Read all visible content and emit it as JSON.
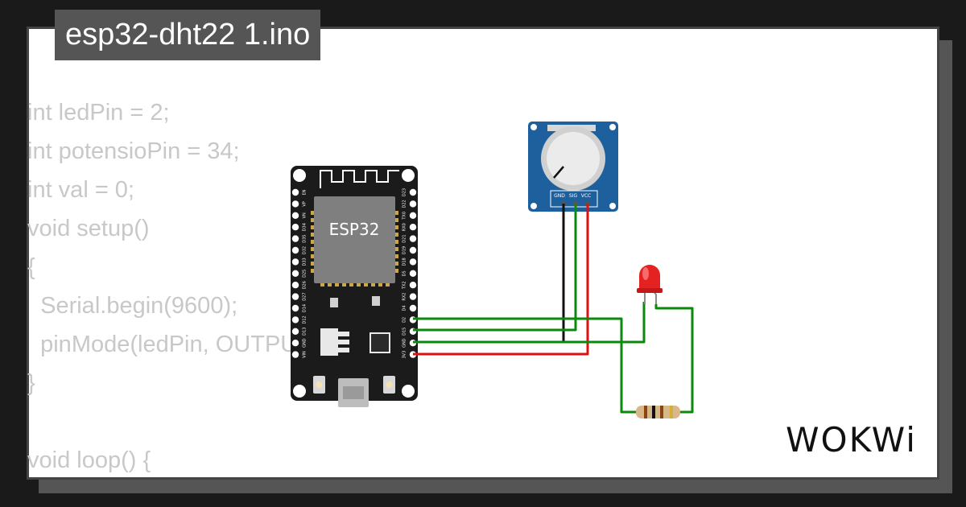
{
  "title": "esp32-dht22 1.ino",
  "code_lines": [
    "int ledPin = 2;",
    "int potensioPin = 34;",
    "int val = 0;",
    "void setup()",
    "{",
    "  Serial.begin(9600);",
    "  pinMode(ledPin, OUTPUT);",
    "}",
    "",
    "void loop() {"
  ],
  "board": {
    "chip_label": "ESP32",
    "left_pins": [
      "EN",
      "VP",
      "VN",
      "D34",
      "D35",
      "D32",
      "D33",
      "D25",
      "D26",
      "D27",
      "D14",
      "D12",
      "D13",
      "GND",
      "VIN"
    ],
    "right_pins": [
      "D23",
      "D22",
      "TX0",
      "RX0",
      "D21",
      "D19",
      "D18",
      "D5",
      "TX2",
      "RX2",
      "D4",
      "D2",
      "D15",
      "GND",
      "3V3"
    ]
  },
  "potentiometer": {
    "pins": [
      "GND",
      "SIG",
      "VCC"
    ]
  },
  "brand": "WOKWi",
  "colors": {
    "pcb": "#1b1b1b",
    "pot_board": "#1e5f9e",
    "wire_green": "#0a8a0a",
    "wire_black": "#111111",
    "wire_red": "#e01010",
    "led_red": "#e52222",
    "code_text": "#c8c8c8"
  }
}
